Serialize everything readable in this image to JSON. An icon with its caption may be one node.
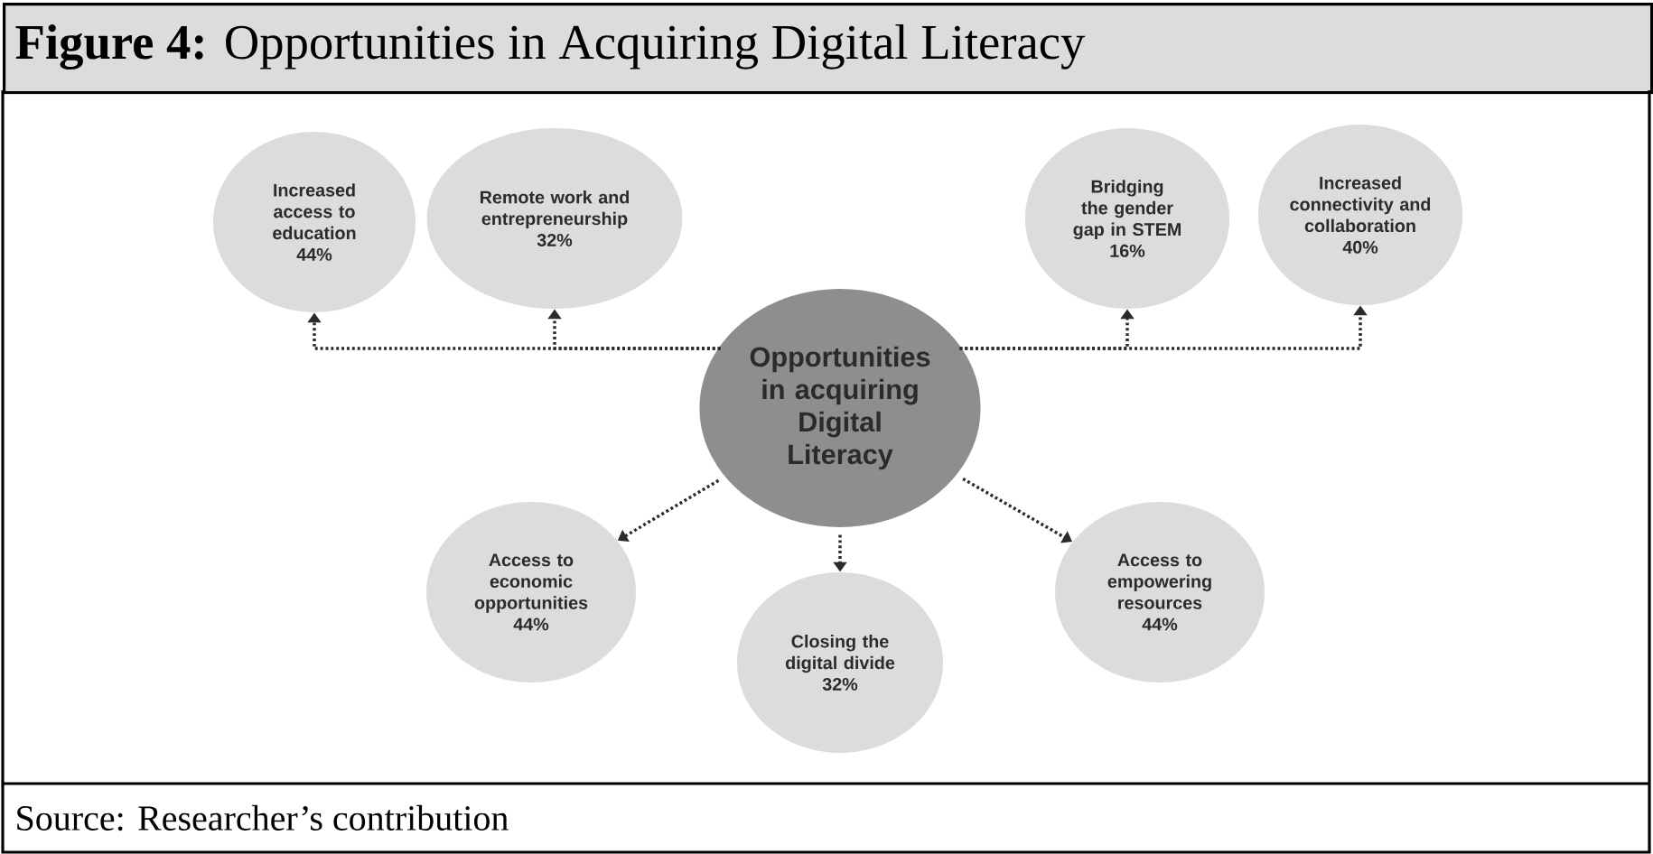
{
  "diagram": {
    "title": "**Figure 4:** Opportunities in Acquiring Digital Literacy",
    "caption": "Source: Researcher’s contribution",
    "nodes": [
      {
        "text": [
          "Opportunities in acquiring Digital Literacy"
        ]
      },
      {
        "text": [
          "Increased access to education",
          "44%"
        ]
      },
      {
        "text": [
          "Remote work and entrepreneurship",
          "32%"
        ]
      },
      {
        "text": [
          "Bridging the gender gap in STEM",
          "16%"
        ]
      },
      {
        "text": [
          "Increased connectivity and collaboration",
          "40%"
        ]
      },
      {
        "text": [
          "Access to economic opportunities",
          "44%"
        ]
      },
      {
        "text": [
          "Closing the digital divide",
          "32%"
        ]
      },
      {
        "text": [
          "Access to empowering resources",
          "44%"
        ]
      }
    ],
    "edges": [
      {
        "from": 0,
        "to": 1,
        "arrow": "to"
      },
      {
        "from": 0,
        "to": 2,
        "arrow": "to"
      },
      {
        "from": 0,
        "to": 3,
        "arrow": "to"
      },
      {
        "from": 0,
        "to": 4,
        "arrow": "to"
      },
      {
        "from": 0,
        "to": 5,
        "arrow": "to"
      },
      {
        "from": 0,
        "to": 6,
        "arrow": "to"
      },
      {
        "from": 0,
        "to": 7,
        "arrow": "to"
      }
    ]
  }
}
